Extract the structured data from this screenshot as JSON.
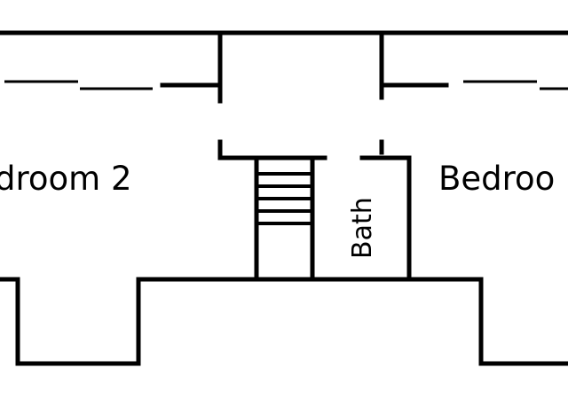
{
  "rooms": {
    "bedroom_left": "droom 2",
    "bedroom_right": "Bedroo",
    "bath": "Bath"
  },
  "colors": {
    "wall": "#000000",
    "background": "#ffffff"
  }
}
